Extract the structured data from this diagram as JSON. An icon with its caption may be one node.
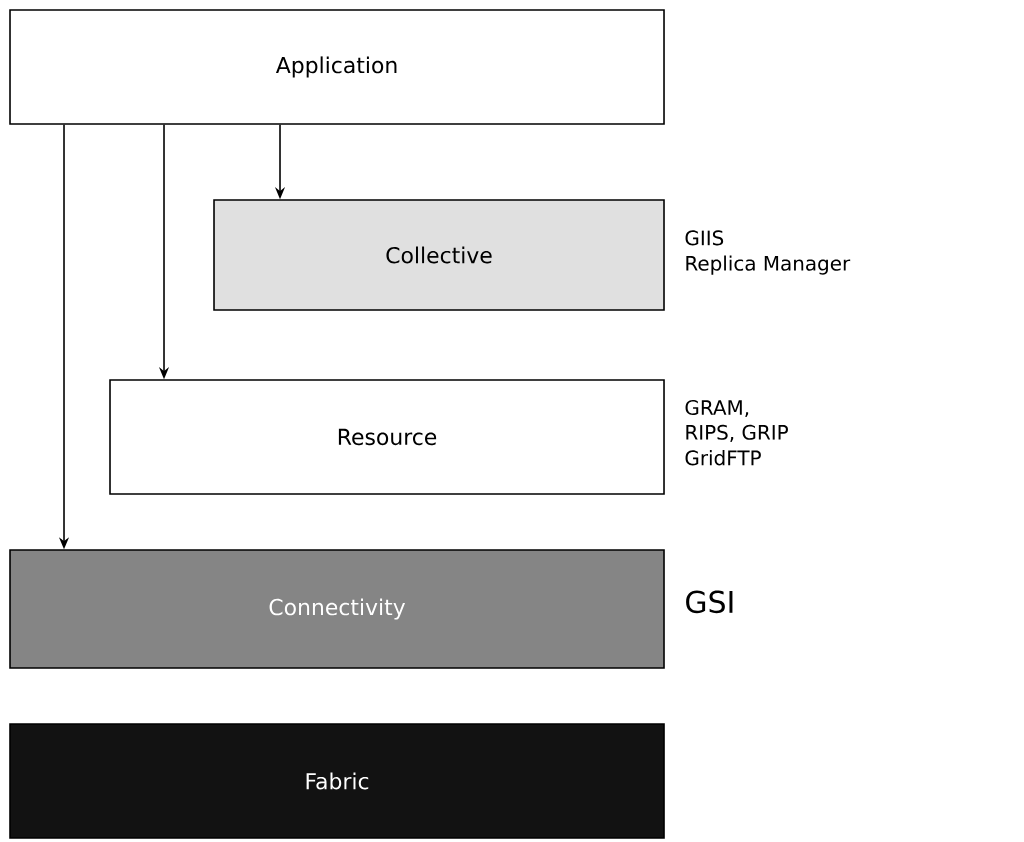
{
  "diagram": {
    "nodes": [
      {
        "text": [
          "Application"
        ]
      },
      {
        "text": [
          "Collective"
        ],
        "beside": [
          "GIIS",
          "Replica Manager"
        ]
      },
      {
        "text": [
          "Resource"
        ],
        "beside": [
          "GRAM,",
          "RIPS, GRIP",
          "GridFTP"
        ]
      },
      {
        "text": [
          "Connectivity"
        ],
        "beside": [
          "GSI"
        ]
      },
      {
        "text": [
          "Fabric"
        ]
      }
    ],
    "edges": [
      {
        "from": 0,
        "to": 1,
        "arrow": "to"
      },
      {
        "from": 0,
        "to": 2,
        "arrow": "to"
      },
      {
        "from": 0,
        "to": 3,
        "arrow": "to"
      }
    ]
  }
}
